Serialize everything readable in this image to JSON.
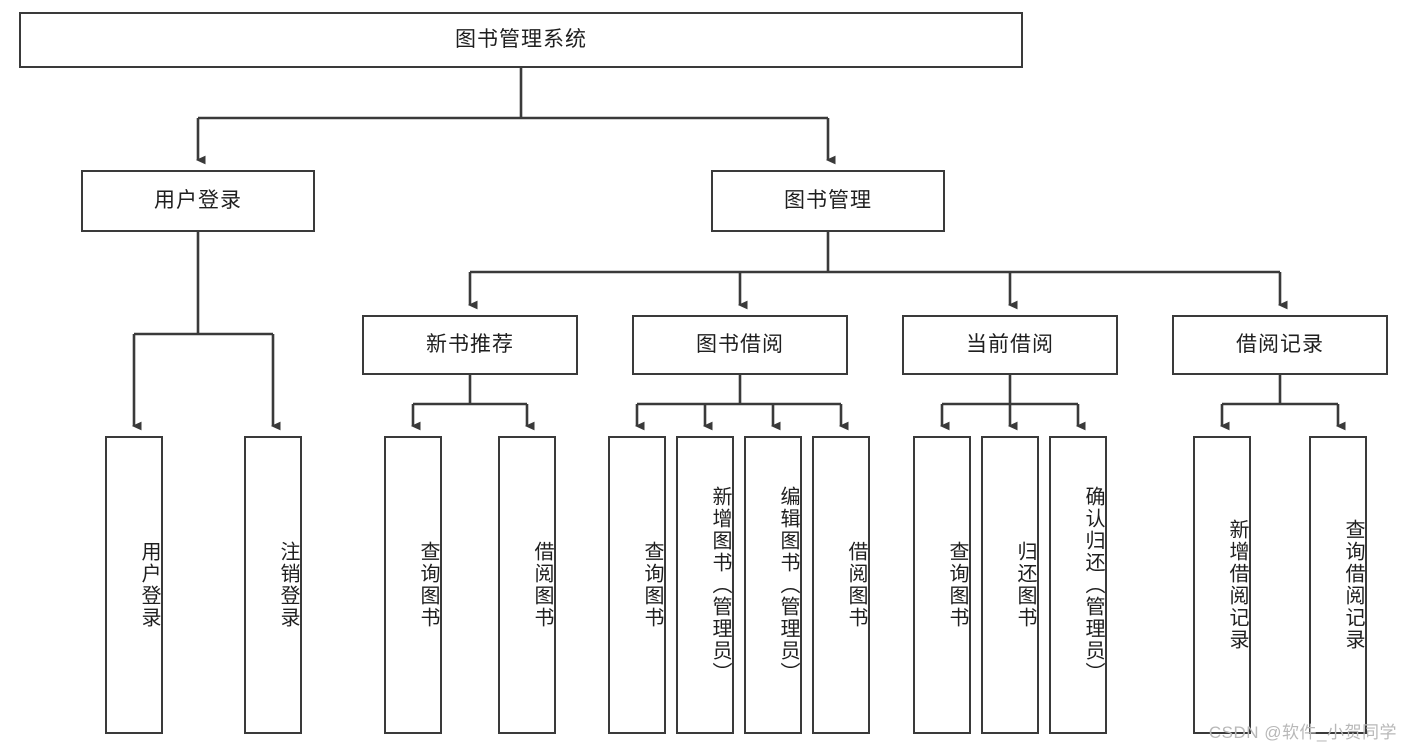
{
  "diagram": {
    "title": "图书管理系统",
    "type": "tree-hierarchy",
    "watermark": "CSDN @软件_小贺同学",
    "theme": {
      "background": "#ffffff",
      "box_border": "#3a3a3a",
      "edge_color": "#3a3a3a",
      "text": "#1f1f1f",
      "watermark_color": "#b8b8b8"
    }
  },
  "root": {
    "label": "图书管理系统"
  },
  "level2": [
    {
      "label": "用户登录"
    },
    {
      "label": "图书管理"
    }
  ],
  "level3": [
    {
      "label": "新书推荐"
    },
    {
      "label": "图书借阅"
    },
    {
      "label": "当前借阅"
    },
    {
      "label": "借阅记录"
    }
  ],
  "leaves": {
    "user_login": [
      {
        "label": "用户登录"
      },
      {
        "label": "注销登录"
      }
    ],
    "new_book_recommend": [
      {
        "label": "查询图书"
      },
      {
        "label": "借阅图书"
      }
    ],
    "book_borrow": [
      {
        "label": "查询图书"
      },
      {
        "label": "新增图书（管理员）"
      },
      {
        "label": "编辑图书（管理员）"
      },
      {
        "label": "借阅图书"
      }
    ],
    "current_borrow": [
      {
        "label": "查询图书"
      },
      {
        "label": "归还图书"
      },
      {
        "label": "确认归还（管理员）"
      }
    ],
    "borrow_records": [
      {
        "label": "新增借阅记录"
      },
      {
        "label": "查询借阅记录"
      }
    ]
  }
}
